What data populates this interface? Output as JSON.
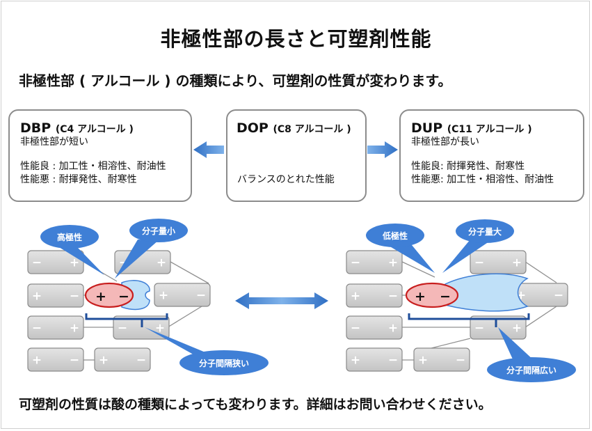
{
  "title": "非極性部の長さと可塑剤性能",
  "subtitle": "非極性部 ( アルコール ) の種類により、可塑剤の性質が変わります。",
  "cards": {
    "dbp": {
      "name": "DBP",
      "carbon": "(C4 アルコール )",
      "desc": "非極性部が短い",
      "good": "性能良 : 加工性・相溶性、耐油性",
      "bad": "性能悪 : 耐揮発性、耐寒性"
    },
    "dop": {
      "name": "DOP",
      "carbon": "(C8 アルコール )",
      "desc": "バランスのとれた性能"
    },
    "dup": {
      "name": "DUP",
      "carbon": "(C11 アルコール )",
      "desc": "非極性部が長い",
      "good": "性能良: 耐揮発性、耐寒性",
      "bad": "性能悪: 加工性・相溶性、耐油性"
    }
  },
  "callouts": {
    "left_polarity": "高極性",
    "left_size": "分子量小",
    "left_gap": "分子間隔狭い",
    "right_polarity": "低極性",
    "right_size": "分子量大",
    "right_gap": "分子間隔広い"
  },
  "signs": {
    "plus": "+",
    "minus": "−"
  },
  "colors": {
    "callout": "#3f7fd6",
    "arrow": "#2f6fc4",
    "brace": "#1f4e9a",
    "segment": "#d0d0d0",
    "polar": "#f4b8b8",
    "polar_border": "#c81e1e",
    "tail": "#bfe0f8",
    "tail_border": "#3f7fd6"
  },
  "footer": "可塑剤の性質は酸の種類によっても変わります。詳細はお問い合わせください。"
}
